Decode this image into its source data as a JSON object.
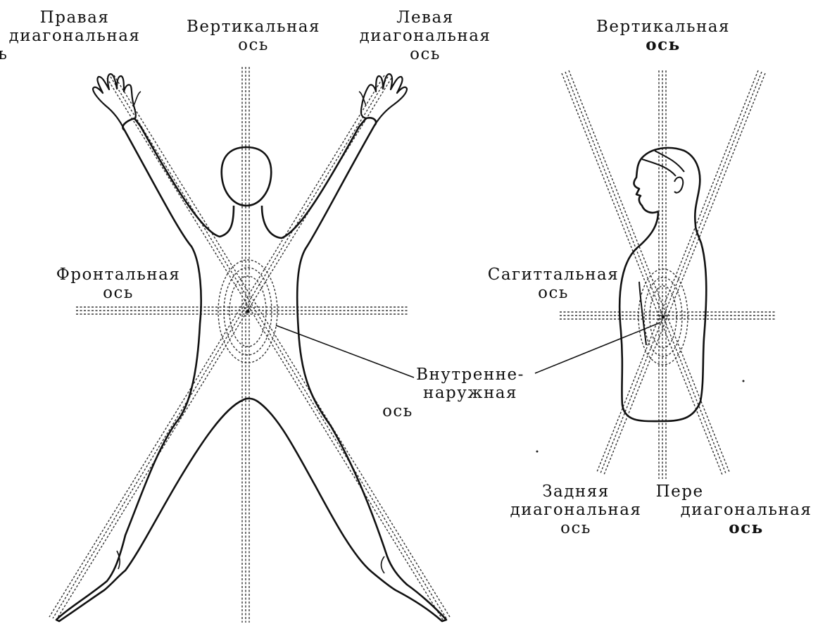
{
  "colors": {
    "outline": "#111111",
    "axis": "#333333",
    "background": "#ffffff"
  },
  "labels": {
    "right_diagonal": [
      "Правая",
      "диагональная",
      "ось"
    ],
    "vertical_front": [
      "Вертикальная",
      "ось"
    ],
    "left_diagonal": [
      "Левая",
      "диагональная",
      "ось"
    ],
    "vertical_side": [
      "Вертикальная",
      "ось"
    ],
    "frontal": [
      "Фронтальная",
      "ось"
    ],
    "sagittal": [
      "Сагиттальная",
      "ось"
    ],
    "inner_outer": [
      "Внутренне-",
      "наружная",
      "ось"
    ],
    "back_diagonal": [
      "Задняя",
      "диагональная",
      "ось"
    ],
    "front_diagonal": [
      "Пере",
      "диагональная",
      "ось"
    ]
  }
}
